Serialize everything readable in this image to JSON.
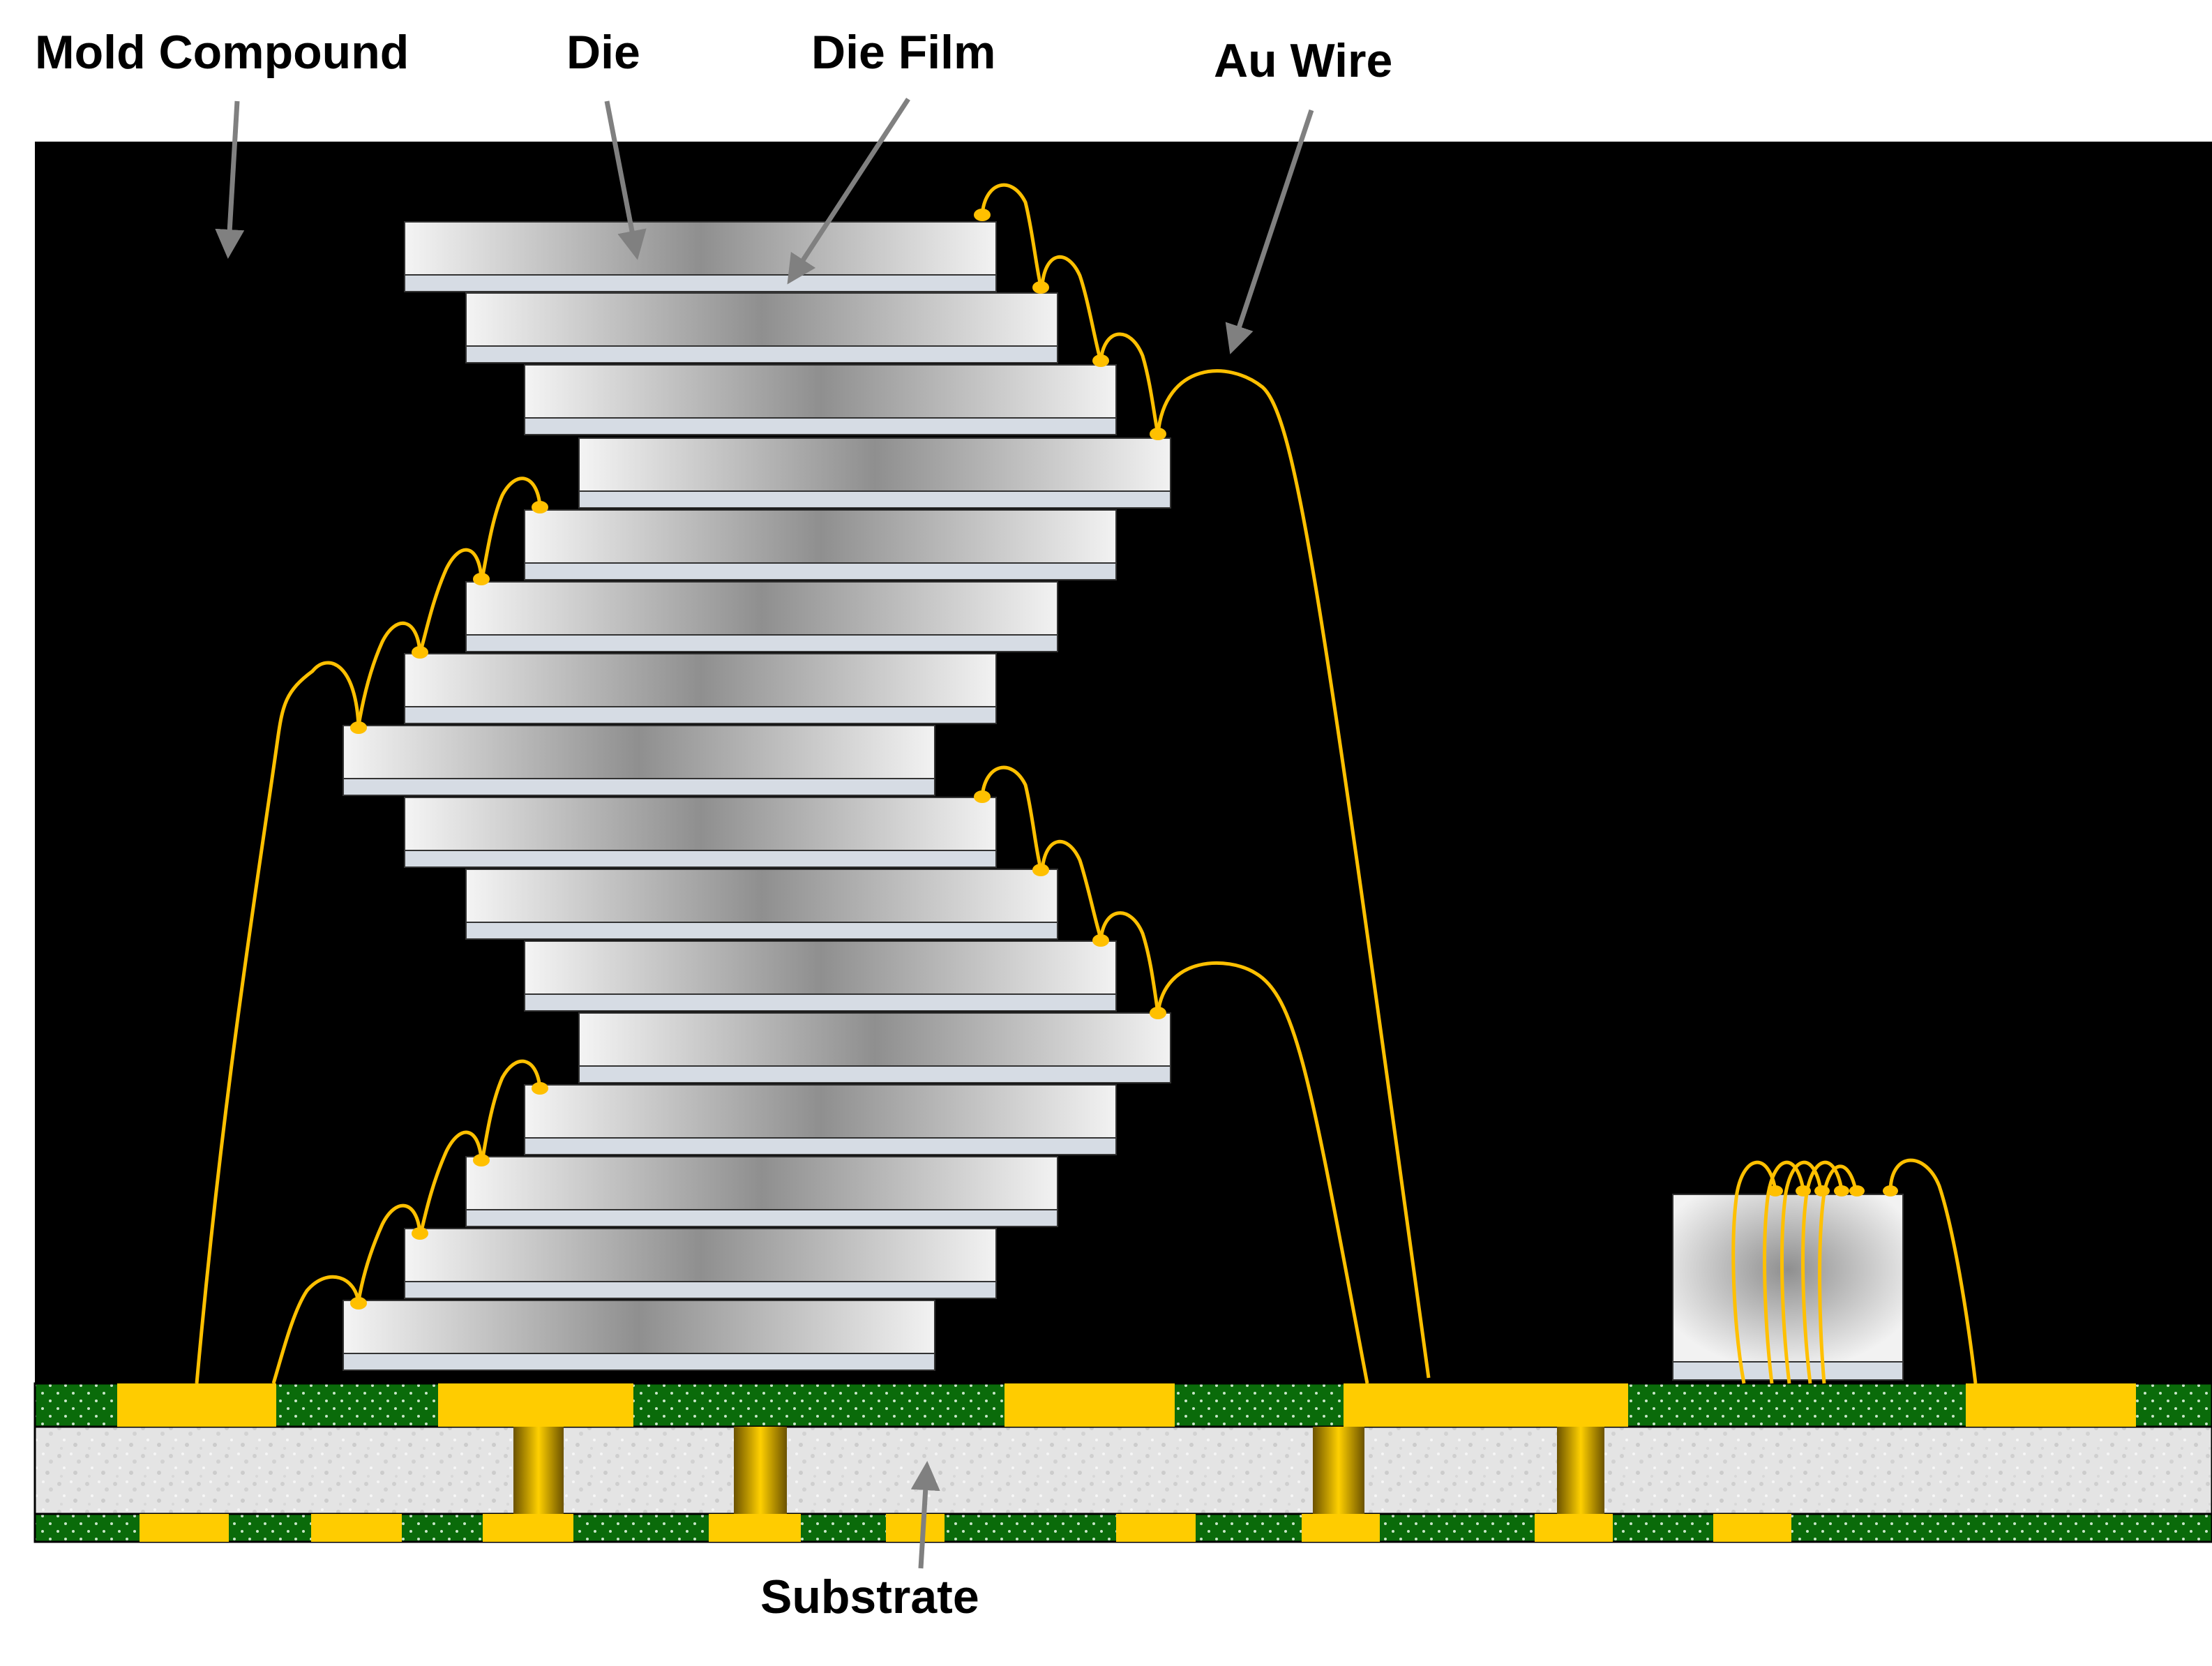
{
  "labels": {
    "mold_compound": "Mold Compound",
    "die": "Die",
    "die_film": "Die Film",
    "au_wire": "Au Wire",
    "substrate": "Substrate"
  },
  "colors": {
    "mold": "#000000",
    "die_light": "#f2f2f2",
    "die_dark": "#8c8c8c",
    "die_film": "#d6dce4",
    "wire": "#ffc000",
    "solder_mask": "#0a6b0a",
    "pad": "#ffcc00",
    "core": "#e6e6e6",
    "arrow": "#808080"
  },
  "structure": {
    "die_stack_count": 16,
    "controller_die_count": 1,
    "substrate_vias": 4
  }
}
